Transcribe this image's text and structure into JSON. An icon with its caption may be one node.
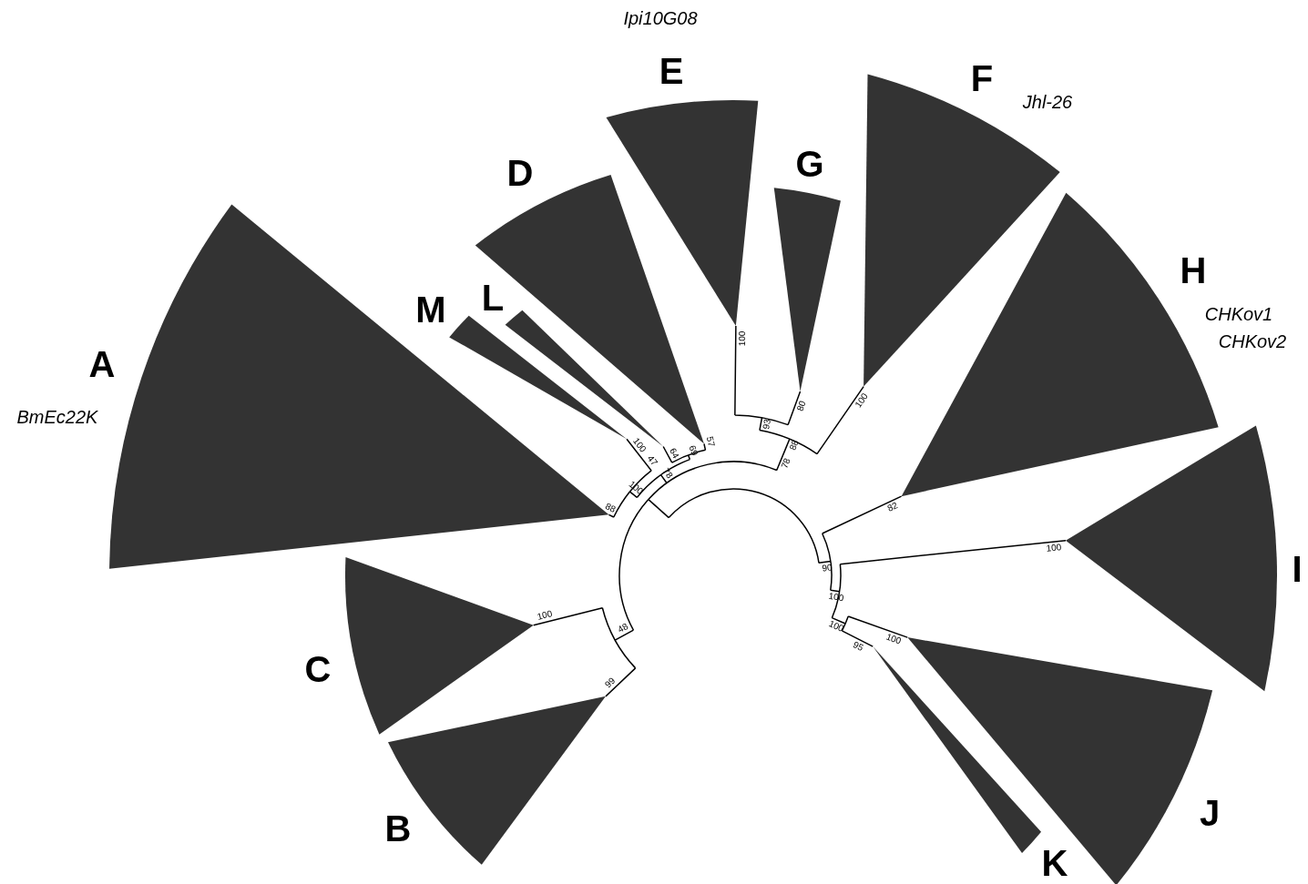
{
  "diagram": {
    "nodes": [
      {
        "text": [
          "E"
        ],
        "beside": [
          "Ipi10G08"
        ]
      },
      {
        "text": [
          "F"
        ],
        "beside": [
          "Jhl-26"
        ]
      },
      {
        "text": [
          "G"
        ]
      },
      {
        "text": [
          "D"
        ]
      },
      {
        "text": [
          "H"
        ],
        "beside": [
          "CHKov1",
          "CHKov2"
        ]
      },
      {
        "text": [
          "L"
        ]
      },
      {
        "text": [
          "M"
        ]
      },
      {
        "text": [
          "A"
        ],
        "beside": [
          "BmEc22K"
        ]
      },
      {
        "text": [
          "I"
        ]
      },
      {
        "text": [
          "C"
        ]
      },
      {
        "text": [
          "J"
        ]
      },
      {
        "text": [
          "B"
        ]
      },
      {
        "text": [
          "K"
        ]
      }
    ],
    "labels": [
      "100",
      "80",
      "93",
      "88",
      "100",
      "100",
      "64",
      "57",
      "69",
      "78",
      "90",
      "47",
      "82",
      "88",
      "100",
      "100",
      "78",
      "100",
      "100",
      "48",
      "100",
      "100",
      "95",
      "99"
    ]
  }
}
